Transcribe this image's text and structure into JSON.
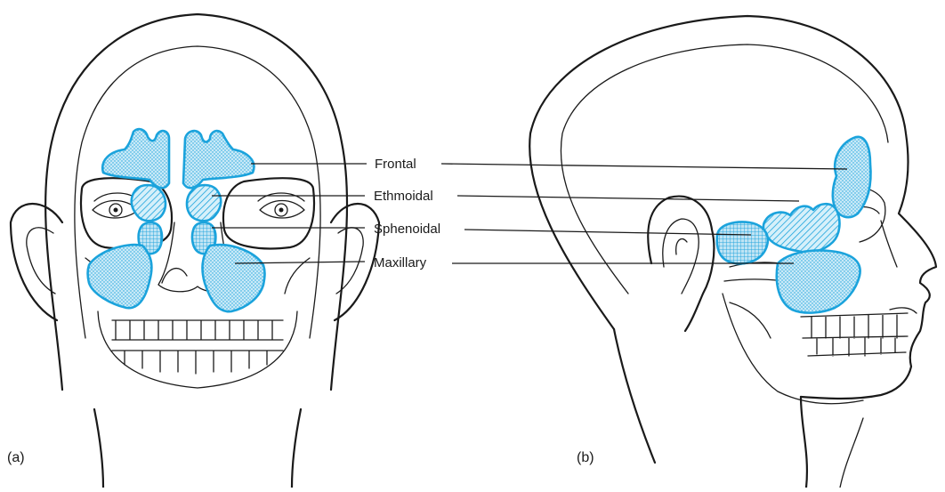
{
  "colors": {
    "sinus_stroke": "#1ba3dc",
    "sinus_fill": "#bfe4f4",
    "line": "#1a1a1a"
  },
  "labels": {
    "frontal": "Frontal",
    "ethmoidal": "Ethmoidal",
    "sphenoidal": "Sphenoidal",
    "maxillary": "Maxillary"
  },
  "panels": {
    "a": "(a)",
    "b": "(b)"
  }
}
